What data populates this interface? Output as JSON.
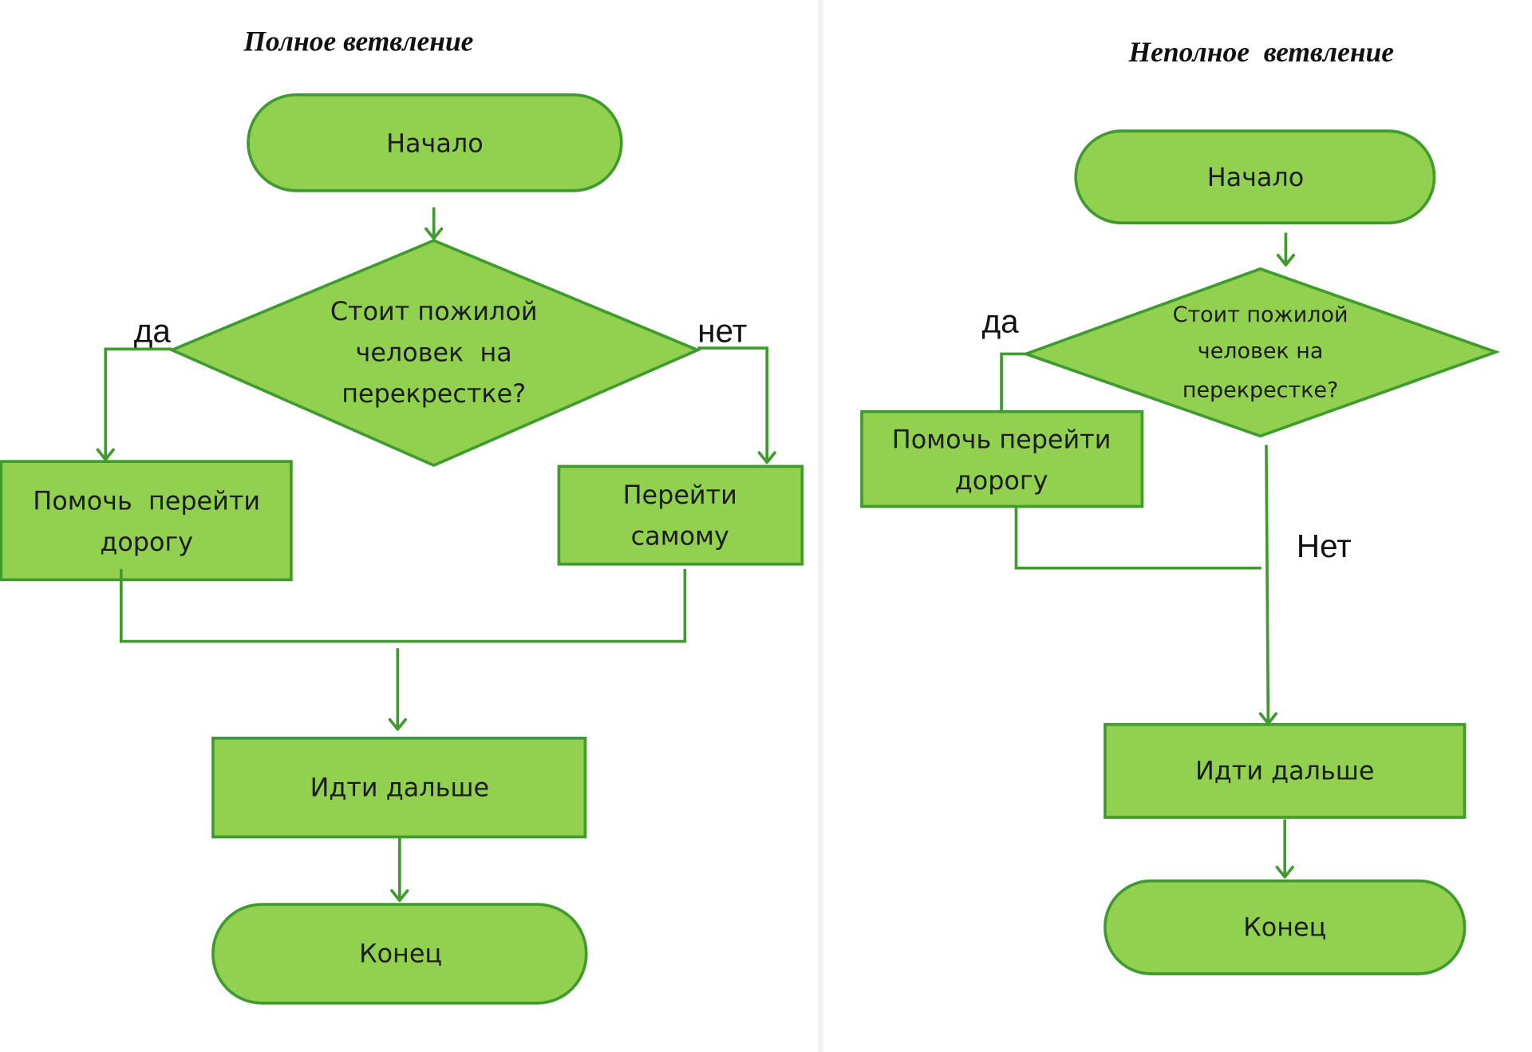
{
  "colors": {
    "node_fill": "#92d050",
    "node_stroke": "#3f9b2e",
    "text": "#1c1c1c",
    "background": "#ffffff"
  },
  "full_branching": {
    "title": "Полное ветвление",
    "start": "Начало",
    "condition": [
      "Стоит пожилой",
      "человек  на",
      "перекрестке?"
    ],
    "yes_label": "да",
    "no_label": "нет",
    "yes_action": [
      "Помочь  перейти",
      "дорогу"
    ],
    "no_action": [
      "Перейти",
      "самому"
    ],
    "next_action": "Идти дальше",
    "end": "Конец"
  },
  "partial_branching": {
    "title": "Неполное  ветвление",
    "start": "Начало",
    "condition": [
      "Стоит пожилой",
      "человек на",
      "перекрестке?"
    ],
    "yes_label": "да",
    "no_label": "Нет",
    "yes_action": [
      "Помочь перейти",
      "дорогу"
    ],
    "next_action": "Идти дальше",
    "end": "Конец"
  }
}
